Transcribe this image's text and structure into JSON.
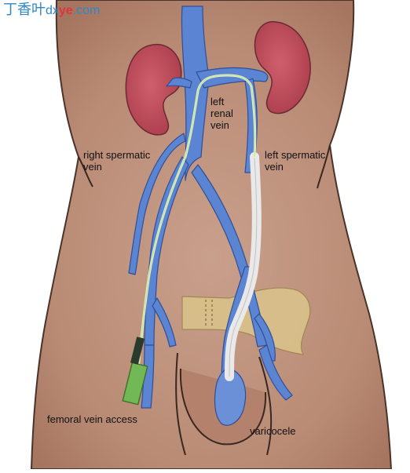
{
  "watermark": {
    "brand": "丁香叶",
    "domain_prefix": "dx",
    "domain_mid": "ye",
    "domain_suffix": ".com",
    "color_blue": "#2e86c8",
    "color_red": "#e0343a"
  },
  "labels": {
    "left_renal_vein": "left\nrenal\nvein",
    "right_spermatic_vein": "right spermatic\nvein",
    "left_spermatic_vein": "left spermatic\nvein",
    "femoral_vein_access": "femoral vein access",
    "varicocele": "varicocele"
  },
  "colors": {
    "skin": "#c99f8b",
    "skin_shadow": "#a9765f",
    "kidney": "#c2505e",
    "vein": "#5b84d2",
    "vein_dark": "#3f66b5",
    "catheter_wire": "#e6f7c6",
    "catheter_sheath": "#e9e9ea",
    "sheath_access": "#73b857",
    "pelvis_band": "#d9c18a"
  }
}
